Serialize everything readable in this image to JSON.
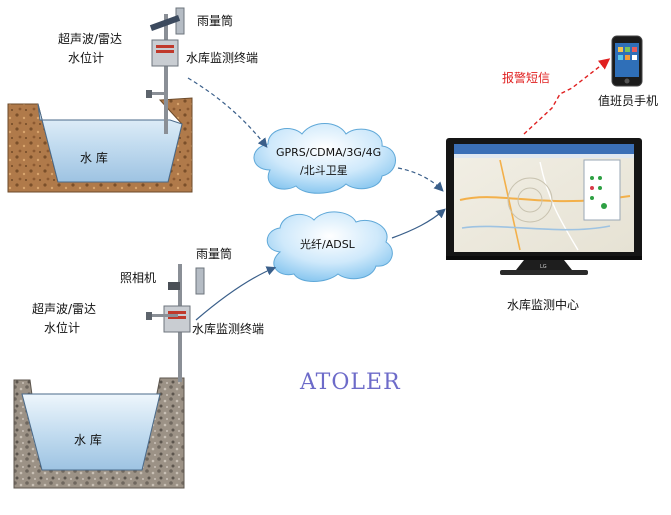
{
  "site1": {
    "rain_gauge": "雨量筒",
    "sensor": "超声波/雷达",
    "sensor_sub": "水位计",
    "terminal": "水库监测终端",
    "reservoir": "水 库"
  },
  "site2": {
    "rain_gauge": "雨量筒",
    "camera": "照相机",
    "sensor": "超声波/雷达",
    "sensor_sub": "水位计",
    "terminal": "水库监测终端",
    "reservoir": "水 库"
  },
  "network": {
    "wireless_line1": "GPRS/CDMA/3G/4G",
    "wireless_line2": "/北斗卫星",
    "wired": "光纤/ADSL"
  },
  "center": {
    "label": "水库监测中心",
    "monitor_brand": "LG"
  },
  "phone": {
    "label": "值班员手机",
    "alarm": "报警短信"
  },
  "brand": "ATOLER"
}
